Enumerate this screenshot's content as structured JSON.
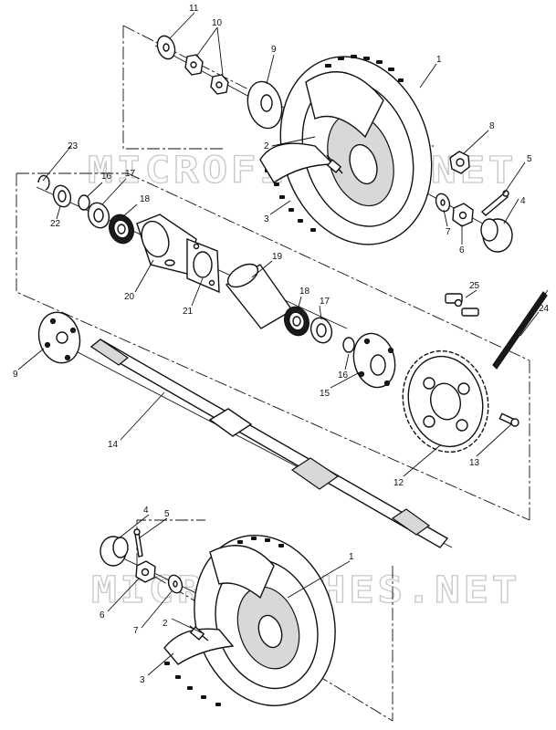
{
  "watermark": {
    "top": "MICROFICHES.NET",
    "bottom": "MICROFICHES.NET"
  },
  "callouts": {
    "c11": "11",
    "c10": "10",
    "c9a": "9",
    "c1a": "1",
    "c8": "8",
    "c5a": "5",
    "c2a": "2",
    "c4a": "4",
    "c7a": "7",
    "c6a": "6",
    "c3a": "3",
    "c23": "23",
    "c16a": "16",
    "c17a": "17",
    "c22": "22",
    "c18a": "18",
    "c20": "20",
    "c21": "21",
    "c19": "19",
    "c18b": "18",
    "c17b": "17",
    "c25": "25",
    "c24": "24",
    "c16b": "16",
    "c15": "15",
    "c9b": "9",
    "c14": "14",
    "c13": "13",
    "c12": "12",
    "c4b": "4",
    "c5b": "5",
    "c1b": "1",
    "c6b": "6",
    "c7b": "7",
    "c2b": "2",
    "c3b": "3"
  }
}
